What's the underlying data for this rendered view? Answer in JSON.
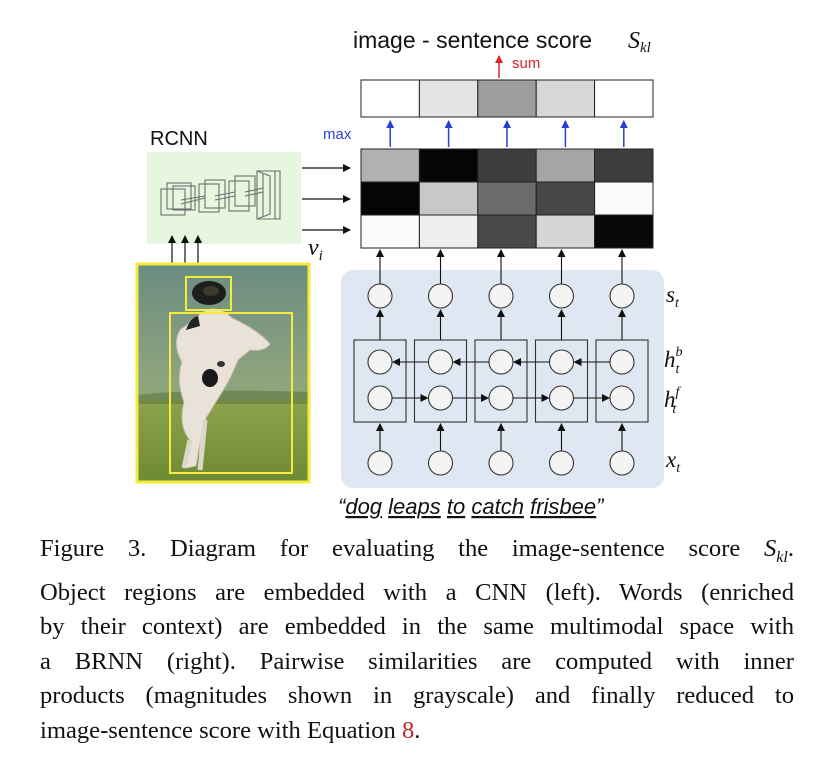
{
  "header": {
    "title_text": "image - sentence score",
    "title_symbol": "S",
    "title_symbol_sub": "kl",
    "sum_label": "sum",
    "max_label": "max"
  },
  "rcnn": {
    "label": "RCNN",
    "region_symbol": "v",
    "region_sub": "i"
  },
  "score_row": [
    "#ffffff",
    "#e4e4e4",
    "#9d9d9d",
    "#d7d7d7",
    "#ffffff"
  ],
  "similarity_grid": [
    [
      "#b1b1b1",
      "#050505",
      "#3d3d3d",
      "#a5a5a5",
      "#3c3c3c"
    ],
    [
      "#050505",
      "#c8c8c8",
      "#6c6c6c",
      "#474747",
      "#fafafa"
    ],
    [
      "#fbfbfb",
      "#efefef",
      "#4a4a4a",
      "#d6d6d6",
      "#080808"
    ]
  ],
  "brnn_labels": {
    "s": "s",
    "s_sub": "t",
    "hb": "h",
    "hb_sup": "b",
    "hb_sub": "t",
    "hf": "h",
    "hf_sup": "f",
    "hf_sub": "t",
    "x": "x",
    "x_sub": "t"
  },
  "sentence": {
    "open_quote": "“",
    "words": [
      "dog",
      "leaps",
      "to",
      "catch",
      "frisbee"
    ],
    "close_quote": "”"
  },
  "caption": {
    "l1_text": "Figure 3. Diagram for evaluating the image-sentence score ",
    "l1_sym": "S",
    "l1_sub": "kl",
    "l1_end": ".",
    "l2": "Object regions are embedded with a CNN (left). Words (enriched",
    "l3": "by their context) are embedded in the same multimodal space with",
    "l4": "a BRNN (right).  Pairwise similarities are computed with inner",
    "l5": "products (magnitudes shown in grayscale) and finally reduced to",
    "l6_text": "image-sentence score with Equation ",
    "l6_ref": "8",
    "l6_end": "."
  },
  "colors": {
    "up_arrow_blue": "#2a3fd6",
    "sum_arrow_red": "#d8262c",
    "rcnn_panel": "#e6f6df",
    "brnn_panel": "#dfe8f2",
    "bbox_yellow": "#f4ec3c"
  }
}
